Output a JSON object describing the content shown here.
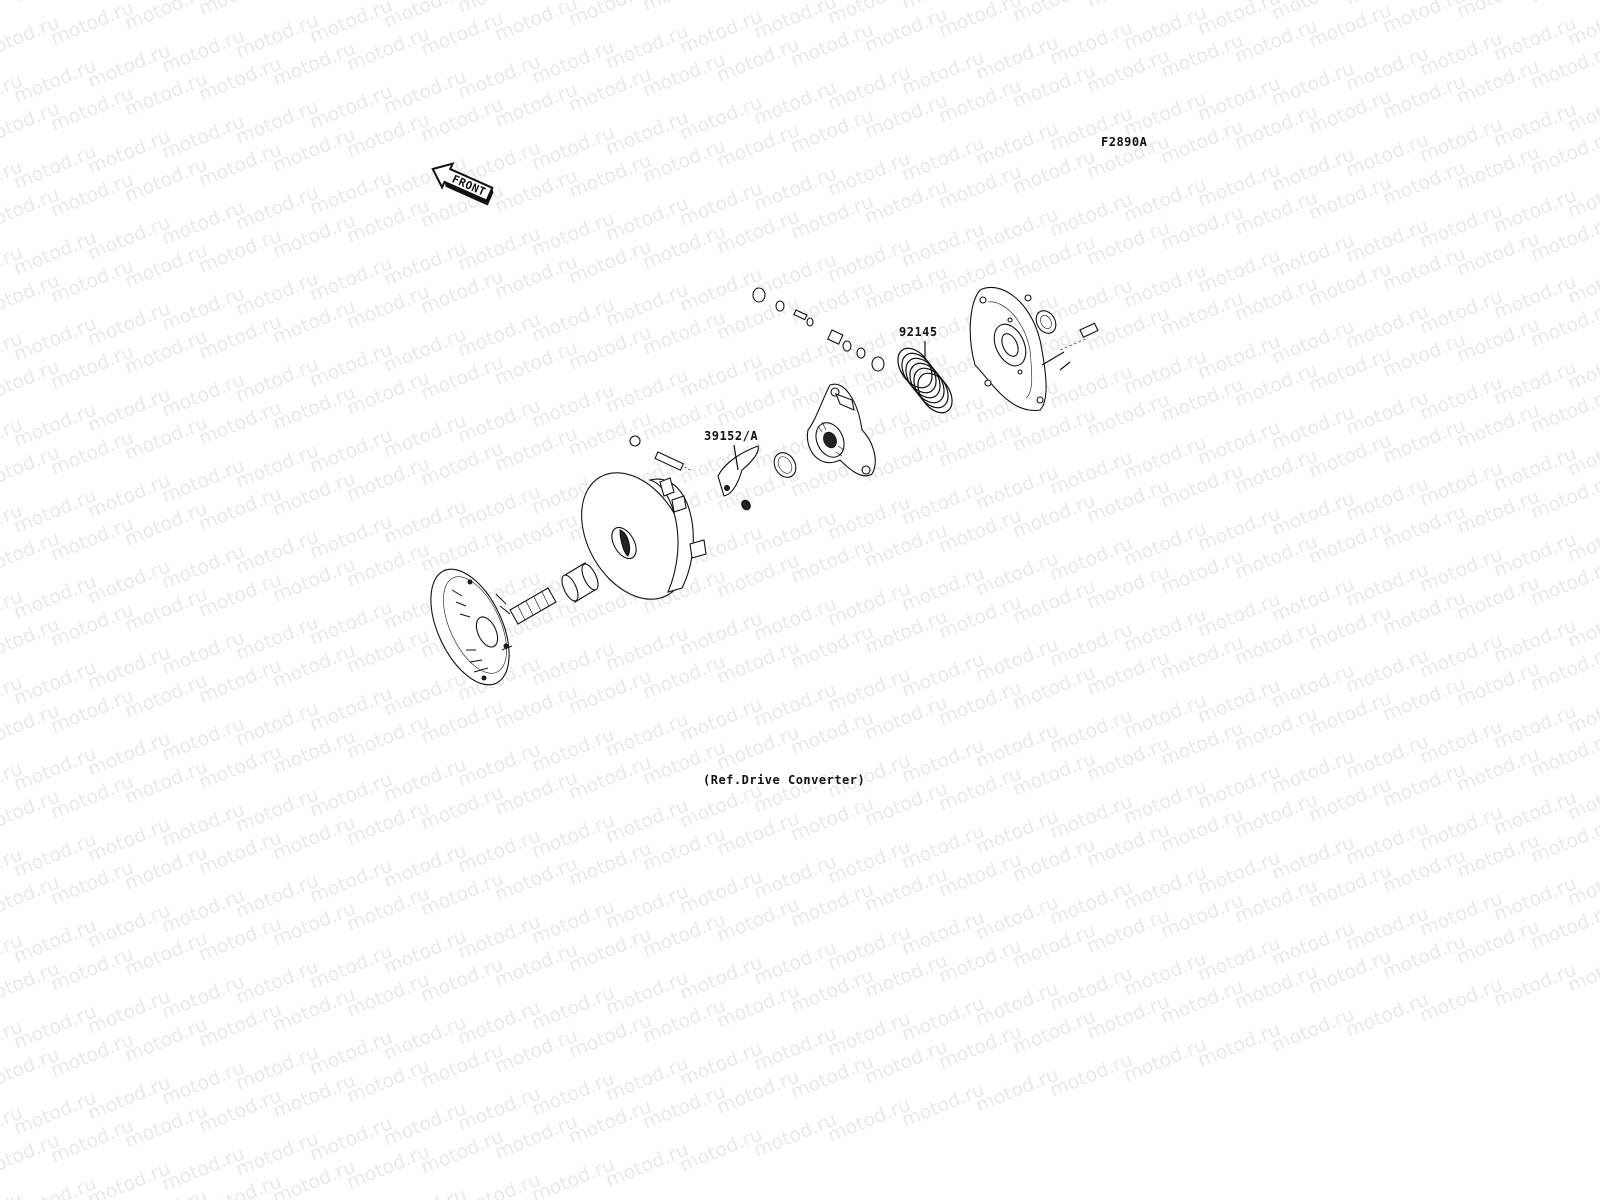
{
  "diagram": {
    "figure_code": "F2890A",
    "front_arrow_label": "FRONT",
    "ref_caption": "(Ref.Drive Converter)",
    "callouts": [
      {
        "id": "spring",
        "label": "92145"
      },
      {
        "id": "weight",
        "label": "39152/A"
      }
    ],
    "watermark": "motod.ru",
    "colors": {
      "line": "#111111",
      "watermark": "#e9e9e9",
      "background": "#ffffff"
    }
  }
}
